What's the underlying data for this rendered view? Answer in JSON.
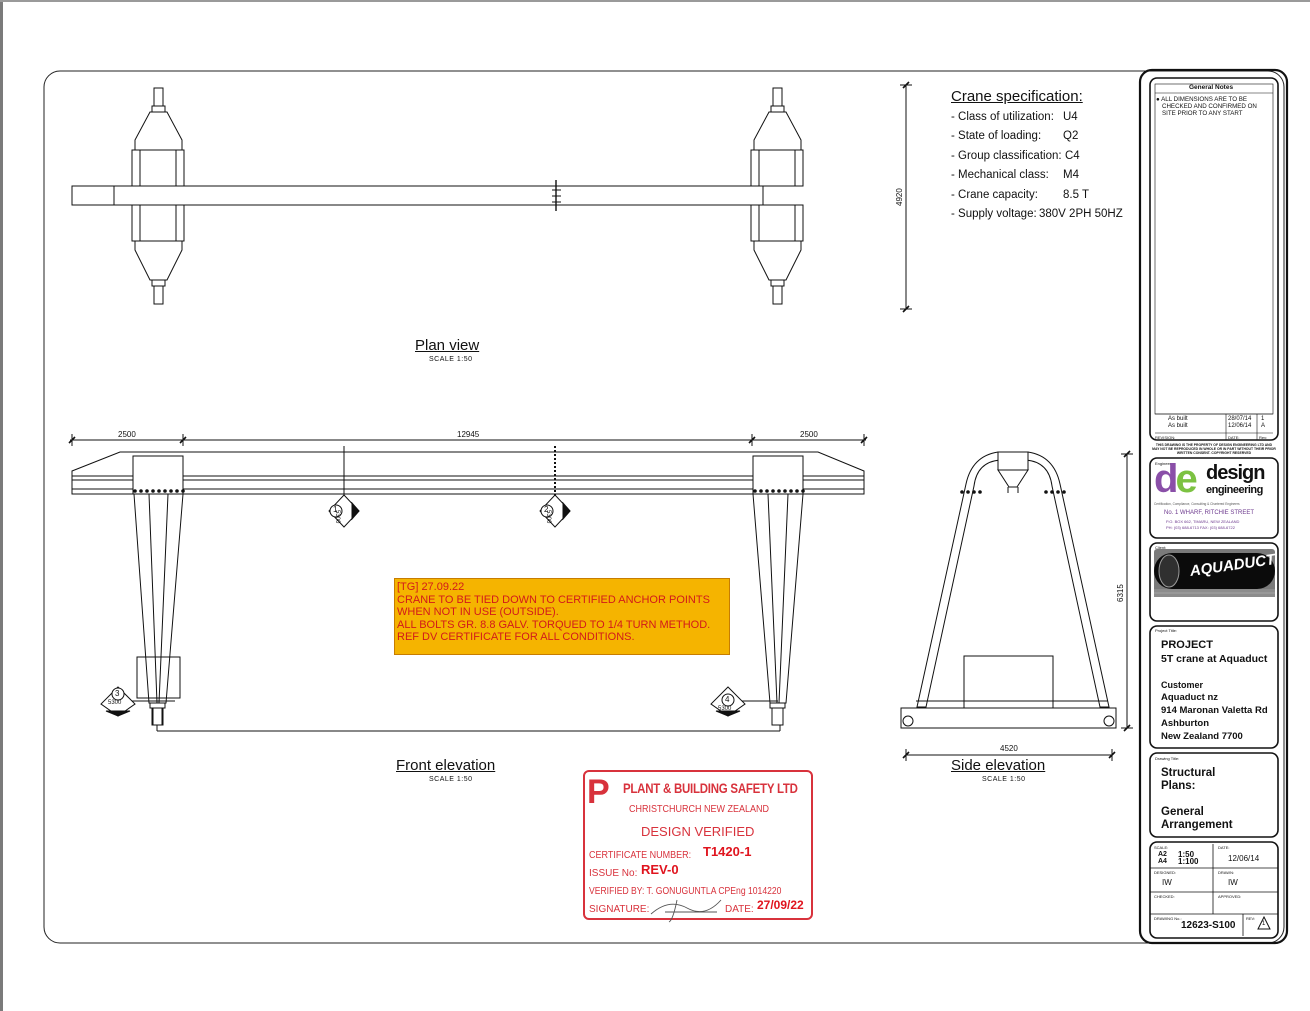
{
  "spec": {
    "title": "Crane specification:",
    "items": [
      {
        "label": "- Class of utilization:",
        "value": "U4"
      },
      {
        "label": "- State of loading:",
        "value": "Q2"
      },
      {
        "label": "- Group classification:",
        "value": "C4"
      },
      {
        "label": "- Mechanical class:",
        "value": "M4"
      },
      {
        "label": "- Crane capacity:",
        "value": "8.5 T"
      },
      {
        "label": "- Supply voltage:",
        "value": "380V 2PH 50HZ"
      }
    ]
  },
  "views": {
    "plan": {
      "title": "Plan view",
      "scale": "SCALE  1:50"
    },
    "front": {
      "title": "Front elevation",
      "scale": "SCALE  1:50"
    },
    "side": {
      "title": "Side elevation",
      "scale": "SCALE  1:50"
    }
  },
  "dims": {
    "plan_height": "4920",
    "front_left": "2500",
    "front_mid": "12945",
    "front_right": "2500",
    "side_height": "6315",
    "side_width": "4520"
  },
  "markers": [
    {
      "num": "1",
      "val": "5300"
    },
    {
      "num": "2",
      "val": "5300"
    },
    {
      "num": "3",
      "val": "5300"
    },
    {
      "num": "4",
      "val": "5300"
    }
  ],
  "note": {
    "lines": [
      "[TG] 27.09.22",
      "CRANE TO BE TIED DOWN TO CERTIFIED ANCHOR POINTS",
      "WHEN NOT IN USE (OUTSIDE).",
      "ALL BOLTS GR. 8.8 GALV. TORQUED TO 1/4 TURN METHOD.",
      "REF DV CERTIFICATE FOR ALL CONDITIONS."
    ]
  },
  "title_block": {
    "general_notes_title": "General  Notes",
    "general_notes": [
      "ALL  DIMENSIONS  ARE  TO  BE",
      "CHECKED  AND  CONFIRMED  ON",
      "SITE  PRIOR  TO  ANY  START"
    ],
    "revisions": [
      {
        "desc": "As built",
        "date": "28/07/14",
        "rev": "1"
      },
      {
        "desc": "As built",
        "date": "12/06/14",
        "rev": "A"
      }
    ],
    "revision_head": {
      "desc": "REVISION:",
      "date": "DATE:",
      "rev": "Rev:"
    },
    "copyright": "THIS DRAWING IS THE PROPERTY OF DESIGN ENGINEERING LTD AND MAY NOT BE REPRODUCED IN WHOLE OR IN PART WITHOUT THEIR PRIOR WRITTEN CONSENT. COPYRIGHT RESERVED",
    "engineer_label": "Engineer",
    "company_mark": "de",
    "company_name_1": "design",
    "company_name_2": "engineering",
    "company_tagline": "Certification, Compliance, Consulting & Chartered Engineers",
    "company_address": "No. 1 WHARF, RITCHIE STREET",
    "company_po": "P.O. BOX 662, TIMARU, NEW ZEALAND",
    "company_ph": "PH: (03) 688-6713 FAX: (03) 688-6722",
    "client_label": "Client:",
    "client_logo": "AQUADUCT",
    "project_label": "Project Title:",
    "project_title": "PROJECT",
    "project_name": "5T crane at Aquaduct",
    "customer_label": "Customer",
    "customer_lines": [
      "Aquaduct nz",
      "914 Maronan Valetta Rd",
      "Ashburton",
      "New Zealand 7700"
    ],
    "drawing_label": "Drawing Title:",
    "drawing_title": [
      "Structural",
      "Plans:",
      "",
      "General",
      "Arrangement"
    ],
    "scale_label": "SCALE:",
    "scale_a2": "A2",
    "scale_a2_val": "1:50",
    "scale_a4": "A4",
    "scale_a4_val": "1:100",
    "date_label": "DATE:",
    "date_val": "12/06/14",
    "designed_label": "DESIGNED:",
    "designed_val": "IW",
    "drawn_label": "DRAWN:",
    "drawn_val": "IW",
    "checked_label": "CHECKED:",
    "approved_label": "APPROVED:",
    "drawing_no_label": "DRAWING No.:",
    "drawing_no": "12623-S100",
    "rev_label": "REV:",
    "rev_val": "1"
  },
  "stamp": {
    "logo_letter": "P",
    "company": "PLANT & BUILDING SAFETY LTD",
    "city": "CHRISTCHURCH NEW ZEALAND",
    "status": "DESIGN VERIFIED",
    "cert_label": "CERTIFICATE NUMBER:",
    "cert_value": "T1420-1",
    "issue_label": "ISSUE No:",
    "issue_value": "REV-0",
    "verified": "VERIFIED BY: T. GONUGUNTLA CPEng 1014220",
    "signature_label": "SIGNATURE:",
    "date_label": "DATE:",
    "date_value": "27/09/22"
  },
  "colors": {
    "note_bg": "#f5b400",
    "note_text": "#d21a1a",
    "stamp": "#d8323c",
    "de_purple": "#8a4fa8",
    "de_green": "#7cc242"
  }
}
